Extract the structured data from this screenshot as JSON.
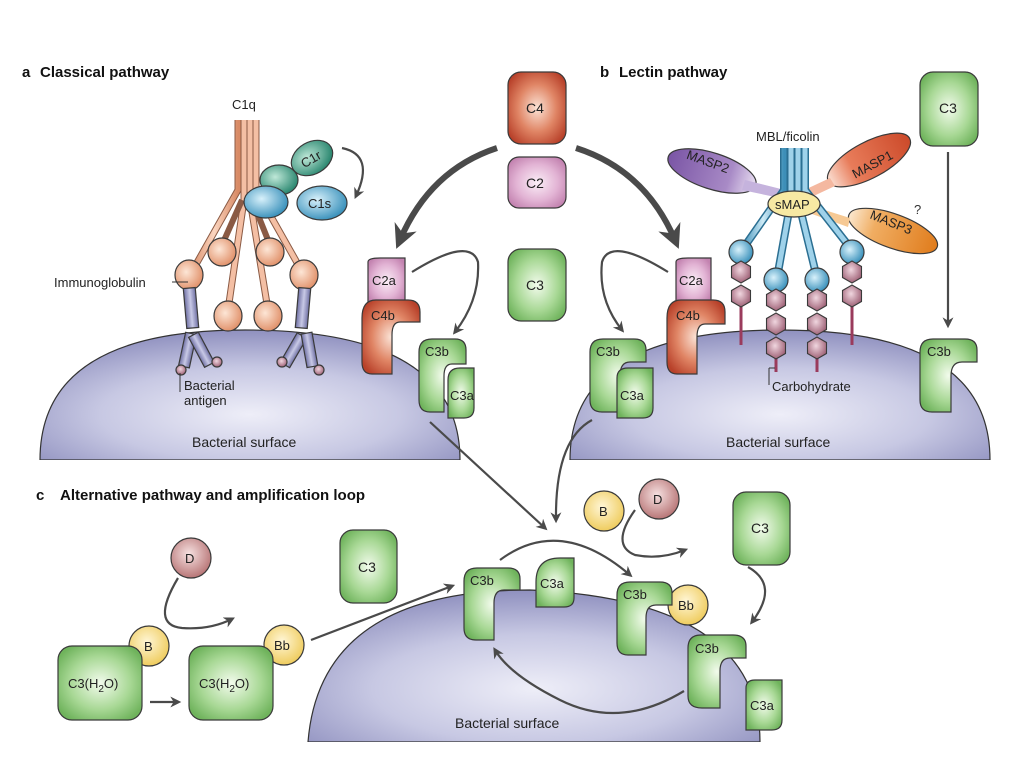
{
  "figure": {
    "panels": {
      "a": {
        "letter": "a",
        "title": "Classical pathway"
      },
      "b": {
        "letter": "b",
        "title": "Lectin pathway"
      },
      "c": {
        "letter": "c",
        "title": "Alternative pathway and amplification loop"
      }
    },
    "center": {
      "c4": "C4",
      "c2": "C2",
      "c3": "C3"
    },
    "classical": {
      "c1q": "C1q",
      "c1r": "C1r",
      "c1s": "C1s",
      "immunoglobulin": "Immunoglobulin",
      "antigen_line1": "Bacterial",
      "antigen_line2": "antigen",
      "c2a": "C2a",
      "c4b": "C4b",
      "c3b": "C3b",
      "c3a": "C3a",
      "surface": "Bacterial surface"
    },
    "lectin": {
      "mbl": "MBL/ficolin",
      "masp1": "MASP1",
      "masp2": "MASP2",
      "masp3": "MASP3",
      "smap": "sMAP",
      "question": "?",
      "c3_top": "C3",
      "c2a": "C2a",
      "c4b": "C4b",
      "c3b_left": "C3b",
      "c3a": "C3a",
      "c3b_right": "C3b",
      "carbohydrate": "Carbohydrate",
      "surface": "Bacterial surface"
    },
    "alternative": {
      "d_left": "D",
      "b_left": "B",
      "c3h2o_1": "C3(H",
      "c3h2o_sub": "2",
      "c3h2o_end": "O)",
      "bb_left": "Bb",
      "c3_free": "C3",
      "c3b_center": "C3b",
      "c3a_center": "C3a",
      "b_right": "B",
      "d_right": "D",
      "c3_right": "C3",
      "c3b_conv": "C3b",
      "bb_conv": "Bb",
      "c3b_new": "C3b",
      "c3a_new": "C3a",
      "surface": "Bacterial surface"
    },
    "colors": {
      "green": "#8cc97a",
      "green_dark": "#5a9a4a",
      "red": "#c8553e",
      "pink": "#d9a3c9",
      "teal": "#4aa58e",
      "blue": "#4f9fc2",
      "purple": "#8e6bb0",
      "orange": "#e68a2e",
      "yellow": "#f2d97a",
      "d_pink": "#c98f90",
      "peach": "#eaa584",
      "membrane": "#a7a8d0",
      "hexagon": "#b07a8c"
    }
  }
}
